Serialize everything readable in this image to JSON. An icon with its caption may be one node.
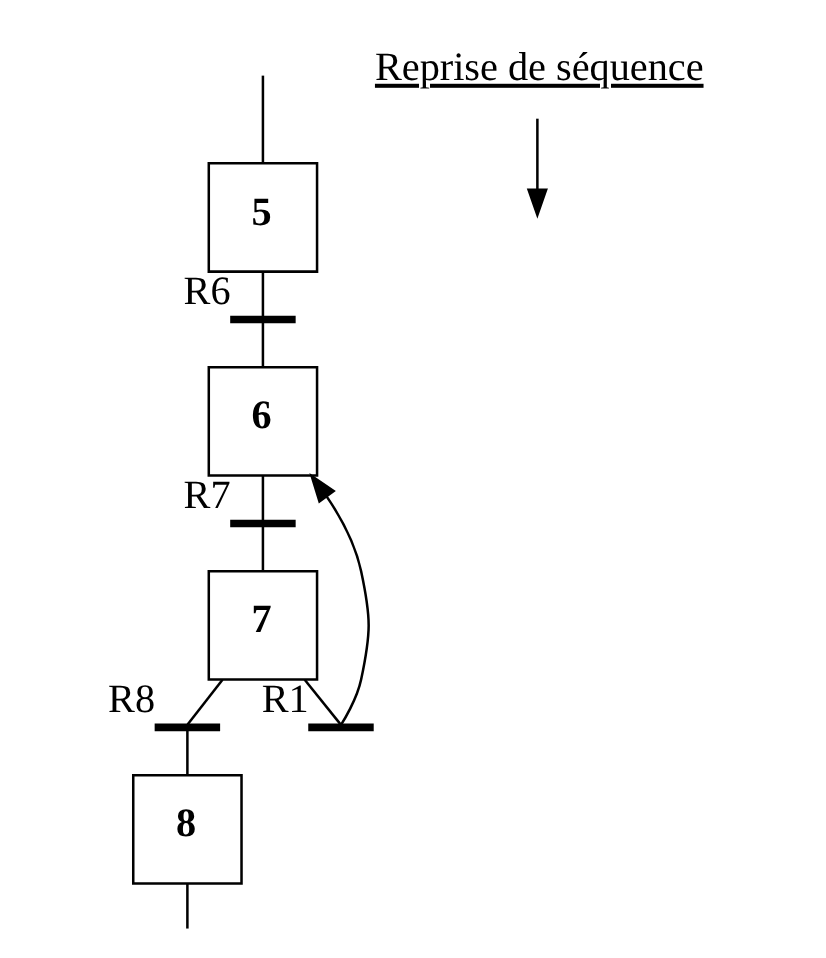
{
  "diagram": {
    "nodes": [
      {
        "text": [
          "5"
        ]
      },
      {
        "text": [],
        "shape": "bar",
        "beside": [
          "R6"
        ]
      },
      {
        "text": [
          "6"
        ]
      },
      {
        "text": [],
        "shape": "bar",
        "beside": [
          "R7"
        ]
      },
      {
        "text": [
          "7"
        ]
      },
      {
        "text": [],
        "shape": "bar",
        "beside": [
          "R8"
        ]
      },
      {
        "text": [
          "8"
        ]
      },
      {
        "text": [],
        "shape": "bar",
        "beside": [
          "R1"
        ]
      },
      {
        "text": [
          "Reprise de séquence"
        ]
      }
    ],
    "edges": [
      {
        "from": null,
        "to": 0,
        "arrow": "none"
      },
      {
        "from": 0,
        "to": 1,
        "arrow": "none"
      },
      {
        "from": 1,
        "to": 2,
        "arrow": "none"
      },
      {
        "from": 2,
        "to": 3,
        "arrow": "none"
      },
      {
        "from": 3,
        "to": 4,
        "arrow": "none"
      },
      {
        "from": 4,
        "to": 5,
        "arrow": "none"
      },
      {
        "from": 5,
        "to": 6,
        "arrow": "none"
      },
      {
        "from": 6,
        "to": null,
        "arrow": "none"
      },
      {
        "from": 4,
        "to": 7,
        "arrow": "none"
      },
      {
        "from": 7,
        "to": 2,
        "arrow": "to"
      },
      {
        "from": 8,
        "to": null,
        "arrow": "to"
      }
    ]
  }
}
